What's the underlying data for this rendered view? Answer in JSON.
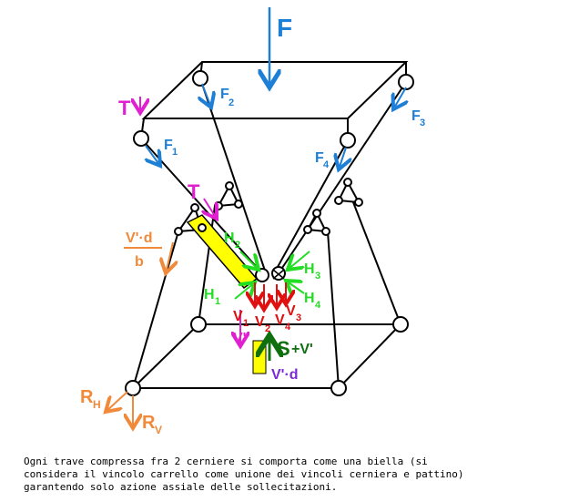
{
  "labels": {
    "F": "F",
    "F1": "F",
    "F1_sub": "1",
    "F2": "F",
    "F2_sub": "2",
    "F3": "F",
    "F3_sub": "3",
    "F4": "F",
    "F4_sub": "4",
    "T_top": "T",
    "T_mid": "T",
    "Vd_frac_num": "V'·d",
    "Vd_frac_den": "b",
    "H1": "H",
    "H1_sub": "1",
    "H2": "H",
    "H2_sub": "2",
    "H3": "H",
    "H3_sub": "3",
    "H4": "H",
    "H4_sub": "4",
    "V1": "V",
    "V1_sub": "1",
    "V2": "V",
    "V2_sub": "2",
    "V3": "V",
    "V3_sub": "3",
    "V4": "V",
    "V4_sub": "4",
    "Vprime": "V'",
    "S_plus": "S",
    "S_plus_rest": "+V'",
    "Vd": "V'·d",
    "RH": "R",
    "RH_sub": "H",
    "RV": "R",
    "RV_sub": "V"
  },
  "note": "Ogni trave compressa fra 2 cerniere si comporta come una biella (si\nconsidera il vincolo carrello come unione dei vincoli cerniera e pattino)\ngarantendo solo azione assiale delle sollecitazioni.",
  "colors": {
    "blue": "#1e7fd6",
    "magenta": "#e020d0",
    "orange": "#f08a3a",
    "green": "#22dd22",
    "red": "#e01010",
    "darkgreen": "#107010",
    "purple": "#7a2ad8",
    "yellow": "#ffff00"
  }
}
